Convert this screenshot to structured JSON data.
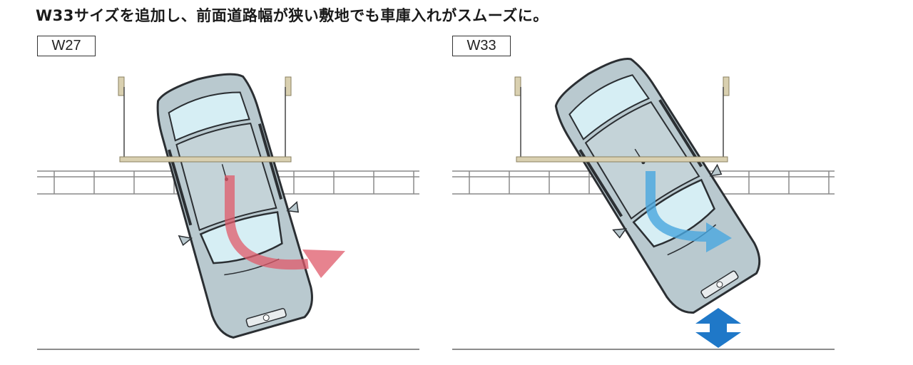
{
  "headline": "W33サイズを追加し、前面道路幅が狭い敷地でも車庫入れがスムーズに。",
  "panels": [
    {
      "label": "W27",
      "arrow_color": "#e05a6a",
      "arrow_icon": "curved-turn-arrow"
    },
    {
      "label": "W33",
      "arrow_color": "#4aa8e0",
      "arrow_icon": "curved-turn-arrow",
      "width_indicator_color": "#1f78c8",
      "width_indicator_icon": "vertical-double-arrow"
    }
  ],
  "colors": {
    "car_body": "#b9c9cf",
    "car_glass": "#d6eef4",
    "car_outline": "#2b2f33",
    "carport_beam": "#d9d0b0",
    "fence_line": "#8a8a8a"
  }
}
